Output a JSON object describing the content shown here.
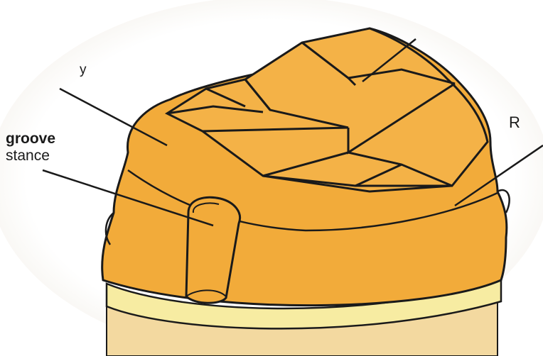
{
  "colors": {
    "tooth_fill": "#f2ab3a",
    "tooth_shadow": "#e5962a",
    "outline": "#1a1a1a",
    "root_band": "#f7eca2",
    "root": "#f3d9a0",
    "vignette": "#f4f1ea"
  },
  "labels": {
    "top_left_fragment": "y",
    "groove": "groove",
    "stance": "stance",
    "right_fragment": "R"
  }
}
